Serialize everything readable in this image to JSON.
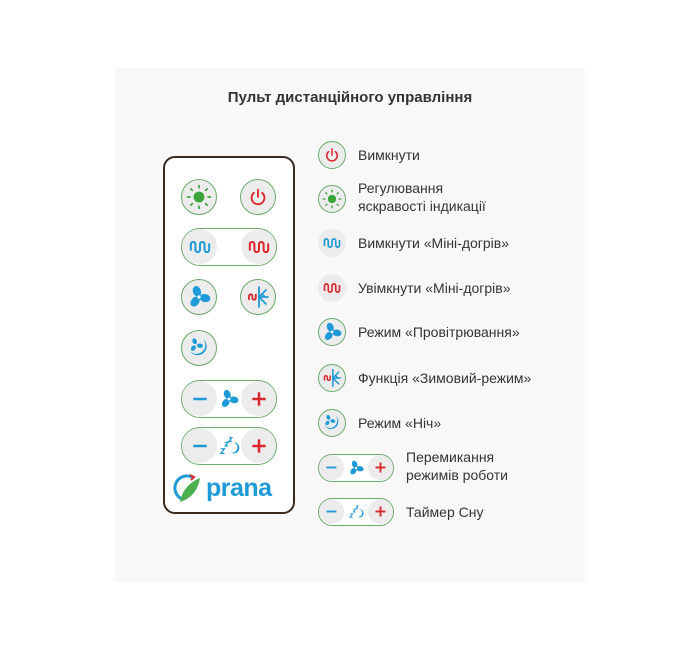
{
  "title": "Пульт дистанційного управління",
  "logo": {
    "text": "prana"
  },
  "colors": {
    "green_border": "#6aaa6a",
    "blue": "#1e9ad6",
    "red": "#d9262b",
    "green": "#3aa43a",
    "remote_border": "#3a2a20"
  },
  "legend": [
    {
      "icon": "power-icon",
      "lines": [
        "Вимкнути"
      ]
    },
    {
      "icon": "brightness-icon",
      "lines": [
        "Регулювання",
        "яскравості індикації"
      ]
    },
    {
      "icon": "heater-off-icon",
      "lines": [
        "Вимкнути «Міні-догрів»"
      ]
    },
    {
      "icon": "heater-on-icon",
      "lines": [
        "Увімкнути «Міні-догрів»"
      ]
    },
    {
      "icon": "fan-icon",
      "lines": [
        "Режим «Провітрювання»"
      ]
    },
    {
      "icon": "winter-mode-icon",
      "lines": [
        "Функція «Зимовий-режим»"
      ]
    },
    {
      "icon": "night-icon",
      "lines": [
        "Режим «Ніч»"
      ]
    },
    {
      "icon": "mode-switch-icon",
      "lines": [
        "Перемикання",
        "режимів роботи"
      ]
    },
    {
      "icon": "sleep-timer-icon",
      "lines": [
        "Таймер Сну"
      ]
    }
  ]
}
